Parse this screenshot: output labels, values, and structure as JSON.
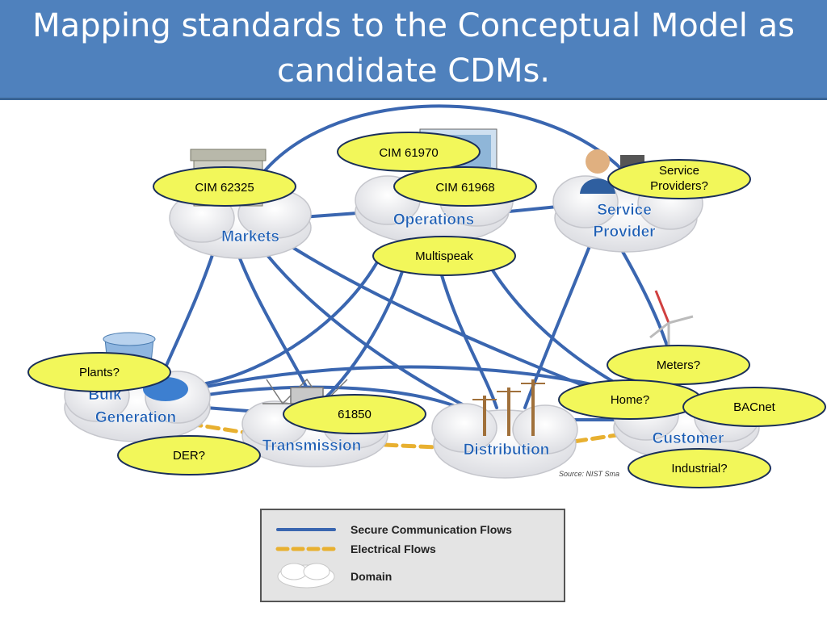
{
  "title": "Mapping standards to the Conceptual Model as candidate CDMs.",
  "domains": {
    "markets": "Markets",
    "operations": "Operations",
    "service_provider_1": "Service",
    "service_provider_2": "Provider",
    "bulk_generation_1": "Bulk",
    "bulk_generation_2": "Generation",
    "transmission": "Transmission",
    "distribution": "Distribution",
    "customer": "Customer"
  },
  "standards": {
    "cim_61970": "CIM 61970",
    "cim_62325": "CIM 62325",
    "cim_61968": "CIM 61968",
    "service_providers_1": "Service",
    "service_providers_2": "Providers?",
    "multispeak": "Multispeak",
    "plants": "Plants?",
    "meters": "Meters?",
    "home": "Home?",
    "bacnet": "BACnet",
    "iec_61850": "61850",
    "der": "DER?",
    "industrial": "Industrial?"
  },
  "source": "Source:  NIST Sma",
  "legend": {
    "secure": "Secure Communication Flows",
    "electrical": "Electrical Flows",
    "domain": "Domain"
  },
  "colors": {
    "title_bg": "#4f81bd",
    "comm_line": "#3a66b0",
    "electrical_line": "#e8b030",
    "ellipse_fill": "#f2f75a",
    "domain_label": "#1f5fb4"
  }
}
